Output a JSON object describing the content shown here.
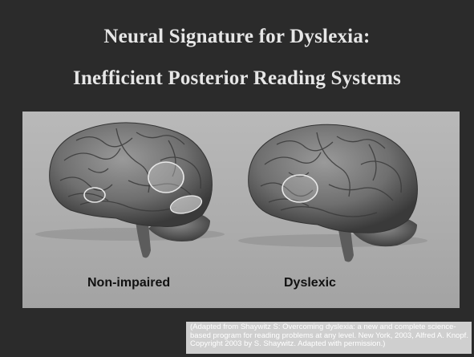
{
  "slide": {
    "title_line1": "Neural Signature for Dyslexia:",
    "title_line2": "Inefficient Posterior Reading Systems",
    "left_label": "Non-impaired",
    "right_label": "Dyslexic",
    "caption": "(Adapted from Shaywitz S: Overcoming dyslexia: a new and complete science-based program for reading problems at any level. New York, 2003, Alfred A. Knopf. Copyright 2003 by S. Shaywitz. Adapted with permission.)"
  },
  "colors": {
    "background": "#2b2b2b",
    "title": "#e6e6e6",
    "panel": "#b0b0b0",
    "highlight": "#e8e8e8"
  }
}
